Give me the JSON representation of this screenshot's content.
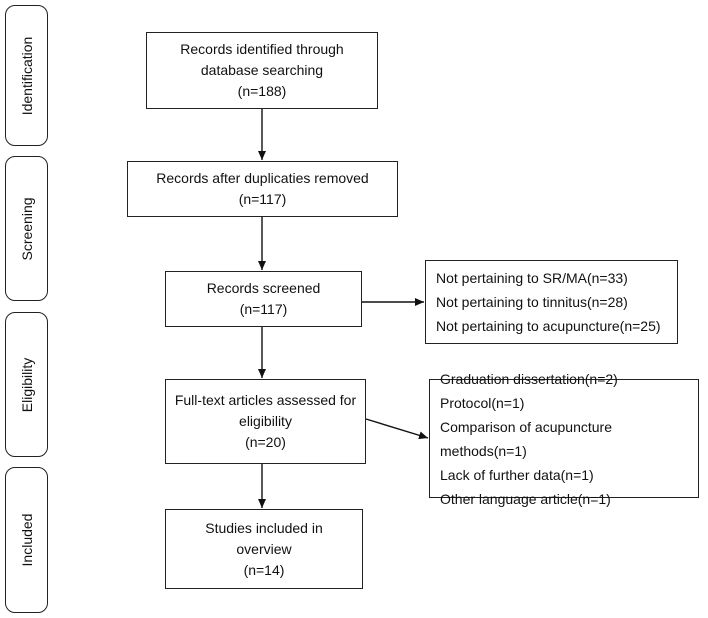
{
  "phases": {
    "identification": "Identification",
    "screening": "Screening",
    "eligibility": "Eligibility",
    "included": "Included"
  },
  "boxes": {
    "identified": [
      "Records identified through",
      "database searching",
      "(n=188)"
    ],
    "duplicates_removed": [
      "Records after duplicaties removed",
      "(n=117)"
    ],
    "screened": [
      "Records screened",
      "(n=117)"
    ],
    "screened_excluded": [
      "Not pertaining to SR/MA(n=33)",
      "Not pertaining to tinnitus(n=28)",
      "Not pertaining to acupuncture(n=25)"
    ],
    "fulltext": [
      "Full-text articles assessed for",
      "eligibility",
      "(n=20)"
    ],
    "fulltext_excluded": [
      "Graduation dissertation(n=2)",
      "Protocol(n=1)",
      "Comparison of acupuncture methods(n=1)",
      "Lack of further data(n=1)",
      "Other language article(n=1)"
    ],
    "included": [
      "Studies included in",
      "overview",
      "(n=14)"
    ]
  }
}
